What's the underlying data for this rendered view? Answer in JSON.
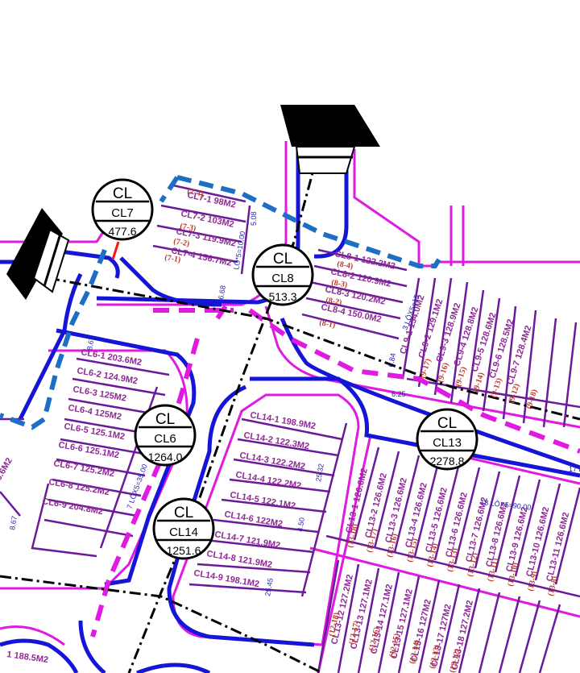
{
  "colors": {
    "road_blue": "#1515d8",
    "boundary_magenta": "#e01ae0",
    "lot_purple": "#6a1b9a",
    "label_purple": "#8e2a94",
    "code_red": "#c0392b",
    "dim_blue": "#1f1fb4",
    "cadastral_blue": "#1c6fc4",
    "centerline": "#000000"
  },
  "icons": {
    "direction_arrow": "direction-arrow-icon",
    "land_tag": "land-tag-icon"
  },
  "tags": [
    {
      "id": "cl7",
      "top": "CL",
      "mid": "CL7",
      "value": "477.6"
    },
    {
      "id": "cl8",
      "top": "CL",
      "mid": "CL8",
      "value": "513.3"
    },
    {
      "id": "cl6",
      "top": "CL",
      "mid": "CL6",
      "value": "1264.0"
    },
    {
      "id": "cl13",
      "top": "CL",
      "mid": "CL13",
      "value": "2278.8"
    },
    {
      "id": "cl14",
      "top": "CL",
      "mid": "CL14",
      "value": "1251.6"
    }
  ],
  "lot_labels": [
    "CL7-1 98M2",
    "CL7-2 103M2",
    "CL7-3 119.9M2",
    "CL7-4 156.7M2",
    "CL8-1 122.2M2",
    "CL8-2 120.9M2",
    "CL8-3 120.2M2",
    "CL8-4 150.0M2",
    "CL6-1 203.6M2",
    "CL6-2 124.9M2",
    "CL6-3 125M2",
    "CL6-4 125M2",
    "CL6-5 125.1M2",
    "CL6-6 125.1M2",
    "CL6-7 125.2M2",
    "CL6-8 125.2M2",
    "CL6-9 204.8M2",
    "CL14-1 198.9M2",
    "CL14-2 122.3M2",
    "CL14-3 122.2M2",
    "CL14-4 122.2M2",
    "CL14-5 122.1M2",
    "CL14-6 122M2",
    "CL14-7 121.9M2",
    "CL14-8 121.9M2",
    "CL14-9 198.1M2",
    "CL9-1 154.0M2",
    "CL9-2 129.1M2",
    "CL9-3 128.9M2",
    "CL9-4 128.8M2",
    "CL9-5 128.6M2",
    "CL9-6 128.5M2",
    "CL9-7 128.4M2",
    "CL13-1 126.6M2",
    "CL13-2 126.6M2",
    "CL13-3 126.6M2",
    "CL13-4 126.6M2",
    "CL13-5 126.6M2",
    "CL13-6 126.6M2",
    "CL13-7 126.6M2",
    "CL13-8 126.6M2",
    "CL13-9 126.6M2",
    "CL13-10 126.6M2",
    "CL13-11 126.6M2",
    "CL13-12 127.2M2",
    "CL13-13 127.1M2",
    "CL13-14 127.1M2",
    "CL13-15 127.1M2",
    "CL13-16 127M2",
    "CL13-17 127M2",
    "CL13-18 127.2M2",
    "1 188.5M2",
    "6.6M2"
  ],
  "lot_codes": [
    "(7-4)",
    "(7-3)",
    "(7-2)",
    "(7-1)",
    "(8-4)",
    "(8-3)",
    "(8-2)",
    "(8-1)",
    "(9-17)",
    "(9-16)",
    "(9-15)",
    "(9-14)",
    "(9-13)",
    "(9-12)",
    "(9-18)",
    "(13-18)",
    "(13-17)",
    "(13-16)",
    "(13-15)",
    "(13-14)",
    "(13-13)",
    "(13-12)",
    "(13-11)",
    "(13-10)",
    "(13-9)",
    "(13-8)",
    "(12-18)",
    "(12-17)",
    "(12-16)",
    "(12-15)",
    "(12-14)",
    "(12-13)",
    "(12-12)"
  ],
  "dimensions": [
    "5.08",
    "LÔ*5=10.00",
    "6.68",
    "3 LÔX5=15",
    "6.84",
    "6.25",
    "8.67",
    "7 LÔX5=35.00",
    "8.67",
    "25.32",
    "18 LÔX5=90.00",
    "4.50",
    "25.45",
    "17 L"
  ]
}
